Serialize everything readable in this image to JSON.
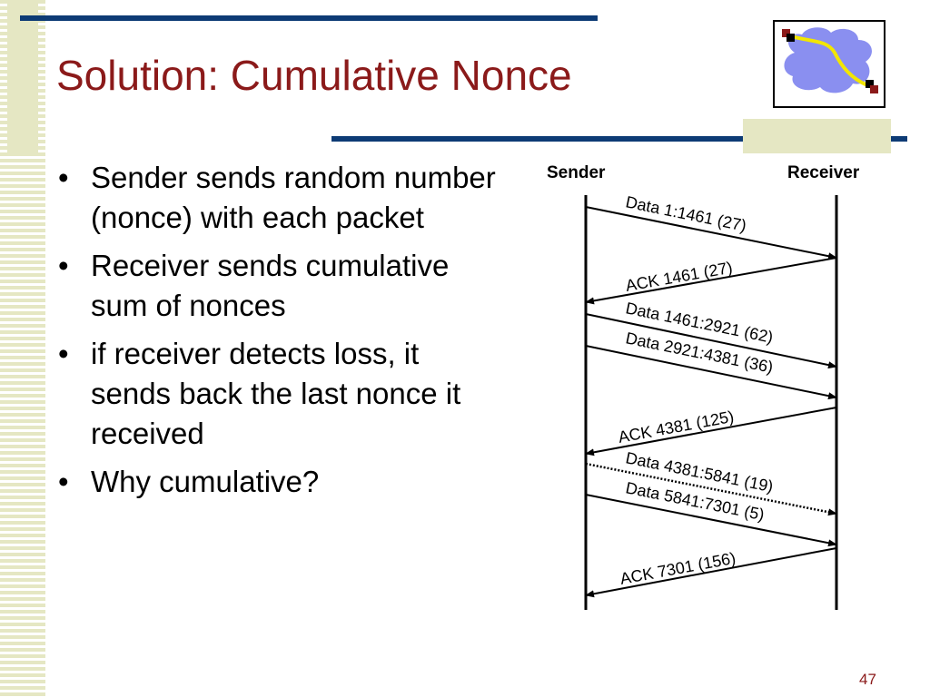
{
  "slide": {
    "title": "Solution: Cumulative Nonce",
    "page_number": "47",
    "colors": {
      "title": "#8b1a1a",
      "accent_bar": "#0d3b75",
      "stripe": "#e5e7c3"
    },
    "bullets": [
      "Sender sends random number (nonce) with each packet",
      "Receiver sends cumulative sum of nonces",
      "if receiver detects loss, it sends back the last nonce it received",
      "Why cumulative?"
    ]
  },
  "diagram": {
    "sender_label": "Sender",
    "receiver_label": "Receiver",
    "messages": [
      {
        "label": "Data 1:1461 (27)",
        "direction": "to-receiver",
        "lost": false
      },
      {
        "label": "ACK 1461 (27)",
        "direction": "to-sender",
        "lost": false
      },
      {
        "label": "Data 1461:2921 (62)",
        "direction": "to-receiver",
        "lost": false
      },
      {
        "label": "Data 2921:4381 (36)",
        "direction": "to-receiver",
        "lost": false
      },
      {
        "label": "ACK 4381 (125)",
        "direction": "to-sender",
        "lost": false
      },
      {
        "label": "Data 4381:5841 (19)",
        "direction": "to-receiver",
        "lost": true
      },
      {
        "label": "Data 5841:7301 (5)",
        "direction": "to-receiver",
        "lost": false
      },
      {
        "label": "ACK 7301 (156)",
        "direction": "to-sender",
        "lost": false
      }
    ]
  }
}
